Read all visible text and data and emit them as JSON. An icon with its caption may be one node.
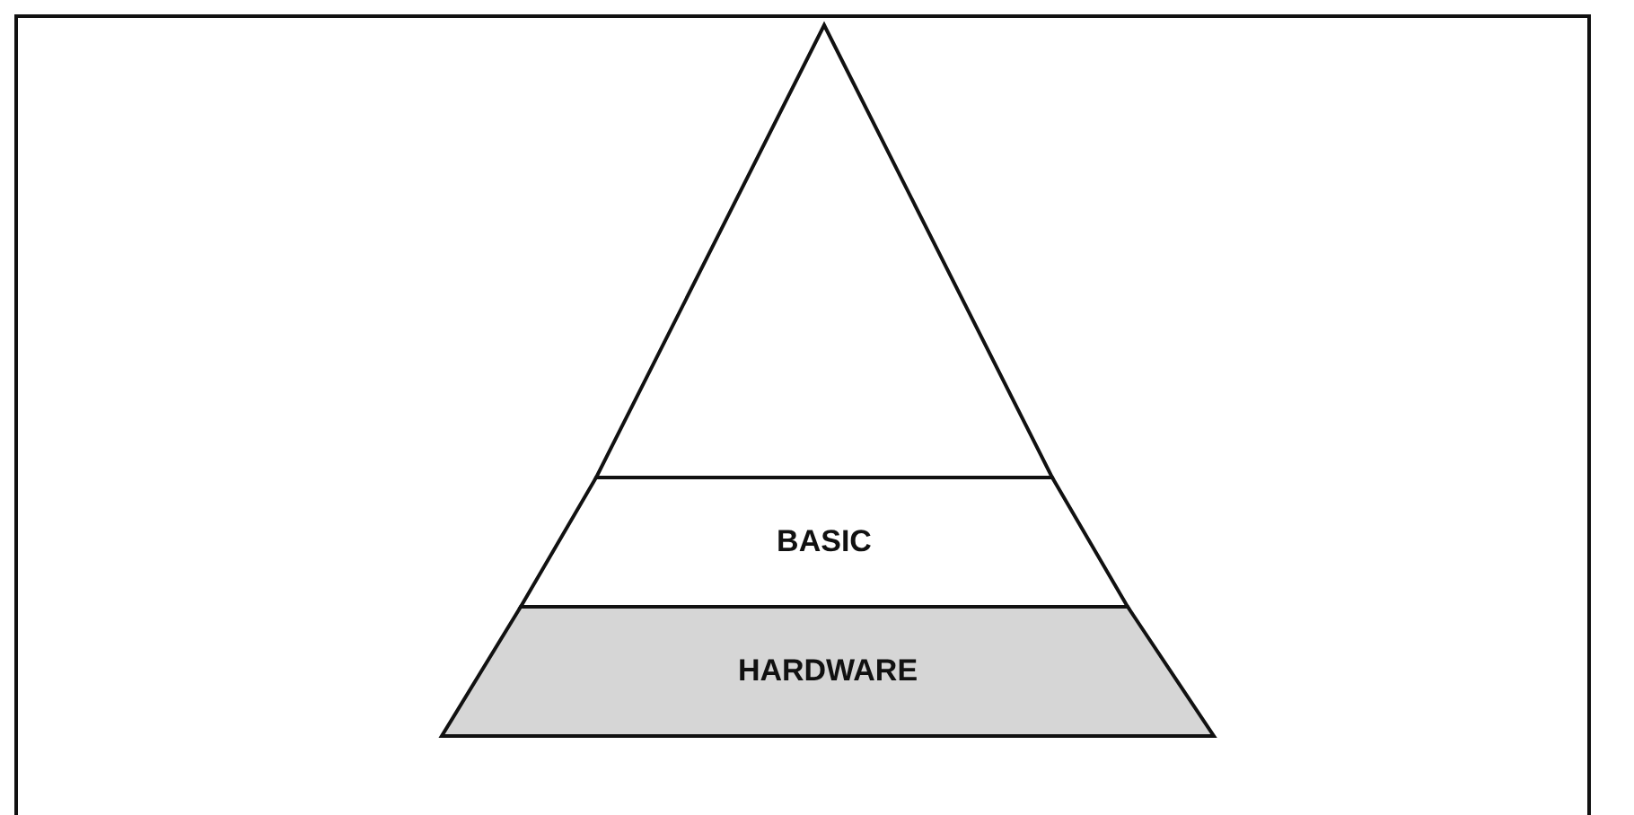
{
  "diagram": {
    "nodes": [
      {
        "text": [],
        "shape": "triangle"
      },
      {
        "text": [
          "BASIC"
        ]
      },
      {
        "text": [
          "HARDWARE"
        ]
      }
    ]
  }
}
